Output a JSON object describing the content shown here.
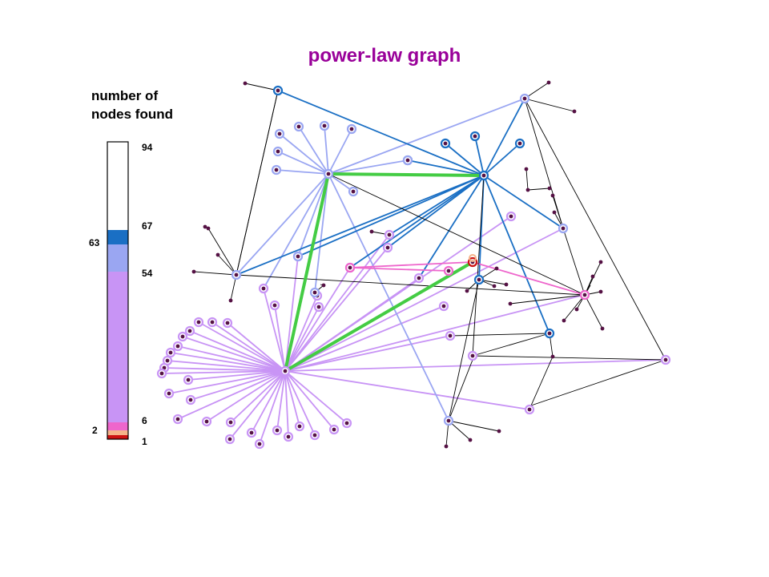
{
  "title": "power-law graph",
  "legend": {
    "title_line1": "number of",
    "title_line2": "nodes found",
    "labels": [
      "94",
      "67",
      "54",
      "63",
      "6",
      "2",
      "1"
    ]
  },
  "colors": {
    "title": "#990099",
    "step_dark_blue": "#1a6fc4",
    "step_light_blue": "#9aa6f2",
    "step_lavender": "#c894f5",
    "step_pink": "#ee66cc",
    "step_peach": "#f5b38a",
    "step_red": "#cc1111",
    "path": "#44cc44",
    "edge_plain": "#000000",
    "node_fill": "#551144"
  }
}
